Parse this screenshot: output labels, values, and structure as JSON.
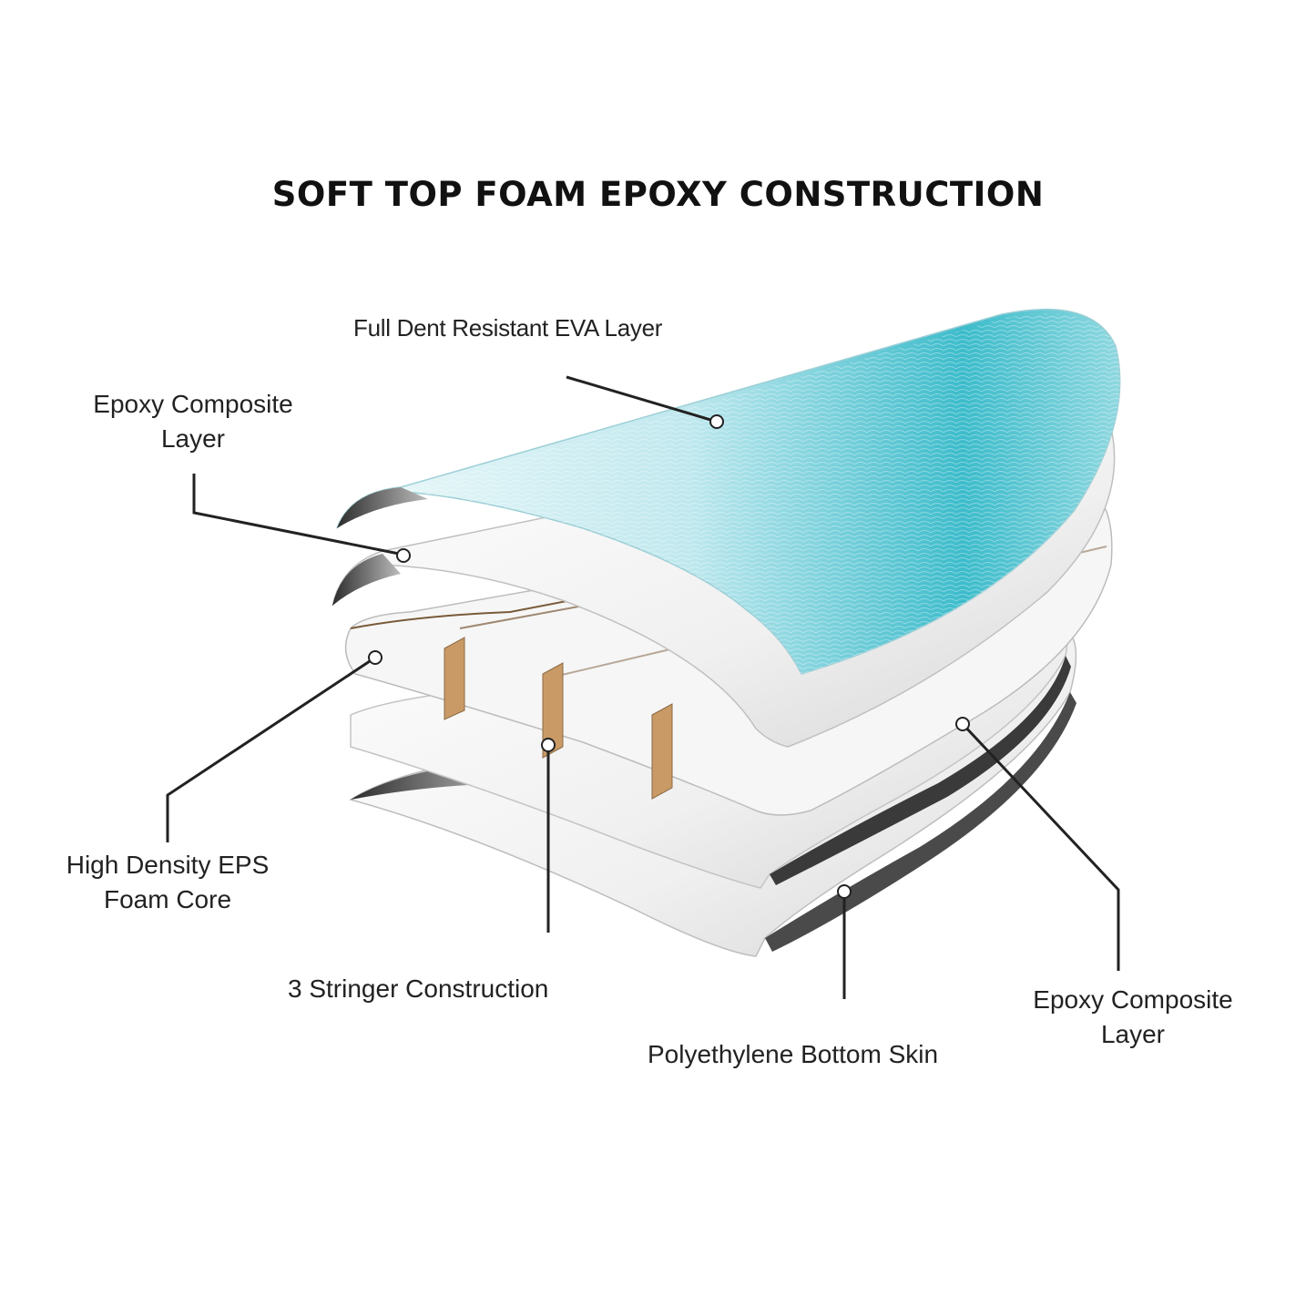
{
  "title": "SOFT TOP FOAM EPOXY CONSTRUCTION",
  "labels": {
    "eva_layer": "Full Dent Resistant EVA Layer",
    "epoxy_top_line1": "Epoxy Composite",
    "epoxy_top_line2": "Layer",
    "eps_core_line1": "High Density EPS",
    "eps_core_line2": "Foam Core",
    "stringer": "3 Stringer Construction",
    "bottom_skin": "Polyethylene Bottom Skin",
    "epoxy_bottom_line1": "Epoxy Composite",
    "epoxy_bottom_line2": "Layer"
  },
  "colors": {
    "eva_teal": "#2fb6c4",
    "eva_light": "#e4f6f8",
    "foam_white": "#f4f4f4",
    "shell_grey": "#cfcfcf",
    "dark_edge": "#3a3a3a",
    "stringer_wood": "#c99a66",
    "leader_line": "#222222"
  }
}
